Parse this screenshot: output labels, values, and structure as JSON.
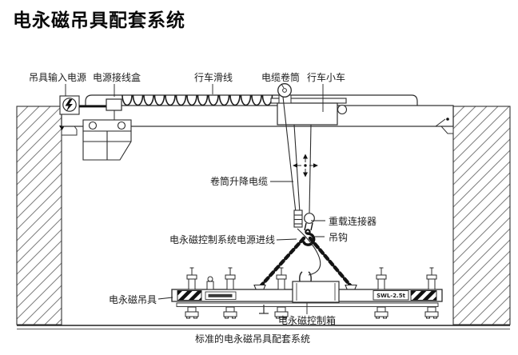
{
  "title": "电永磁吊具配套系统",
  "figure": {
    "caption": "标准的电永磁吊具配套系统",
    "labels": {
      "hoist_input_power": "吊具输入电源",
      "power_junction_box": "电源接线盒",
      "crane_slide_wire": "行车滑线",
      "cable_reel": "电缆卷筒",
      "crane_trolley": "行车小车",
      "reel_lifting_cable": "卷筒升降电缆",
      "heavy_duty_connector": "重载连接器",
      "hook": "吊钩",
      "epm_control_power_inlet": "电永磁控制系统电源进线",
      "epm_lifter": "电永磁吊具",
      "epm_control_box": "电永磁控制箱"
    },
    "plates": {
      "swl": "SWL-2.5t"
    },
    "colors": {
      "line": "#2b2b2b",
      "hazard": "#111111"
    }
  }
}
